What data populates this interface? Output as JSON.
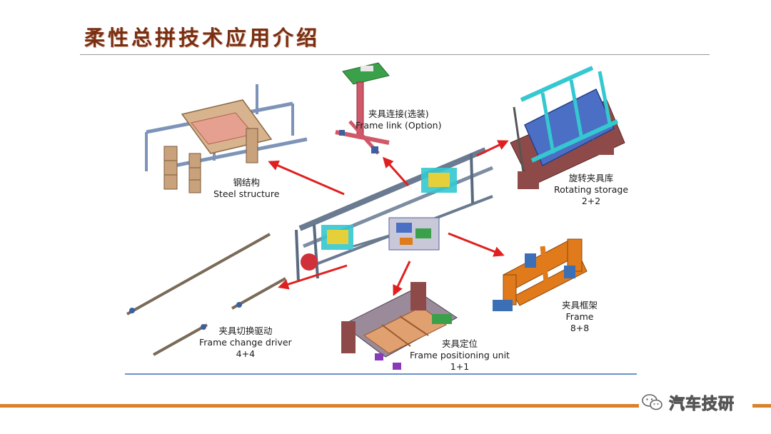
{
  "slide": {
    "title": "柔性总拼技术应用介绍"
  },
  "modules": {
    "frame_link": {
      "cn": "夹具连接(选装)",
      "en": "Frame link (Option)",
      "qty": ""
    },
    "steel": {
      "cn": "钢结构",
      "en": "Steel structure",
      "qty": ""
    },
    "storage": {
      "cn": "旋转夹具库",
      "en": "Rotating storage",
      "qty": "2+2"
    },
    "frame": {
      "cn": "夹具框架",
      "en": "Frame",
      "qty": "8+8"
    },
    "driver": {
      "cn": "夹具切换驱动",
      "en": "Frame change driver",
      "qty": "4+4"
    },
    "positioning": {
      "cn": "夹具定位",
      "en": "Frame positioning unit",
      "qty": "1+1"
    }
  },
  "watermark": {
    "text": "汽车技研",
    "icon": "wechat-icon"
  },
  "colors": {
    "title": "#7a2e12",
    "accent_orange": "#d9822b",
    "arrow_red": "#e02020",
    "blue_rule": "#3b6fb6",
    "steel_tan": "#c9a27c",
    "storage_cyan": "#34c8d0",
    "frame_orange": "#e07a1a"
  }
}
